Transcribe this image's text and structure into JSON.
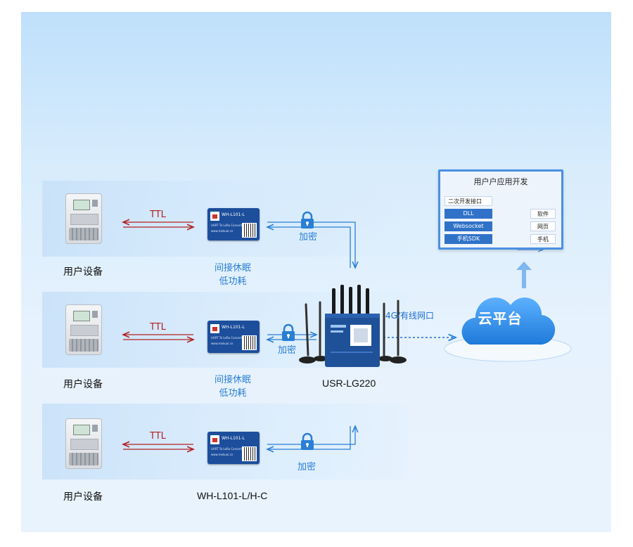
{
  "rows": [
    {
      "device_label": "用户设备",
      "ttl": "TTL",
      "encrypt": "加密",
      "lowpower_1": "间接休眠",
      "lowpower_2": "低功耗",
      "module_name": "WH-L101-L"
    },
    {
      "device_label": "用户设备",
      "ttl": "TTL",
      "encrypt": "加密",
      "lowpower_1": "间接休眠",
      "lowpower_2": "低功耗",
      "module_name": "WH-L101-L"
    },
    {
      "device_label": "用户设备",
      "ttl": "TTL",
      "encrypt": "加密",
      "module_label": "WH-L101-L/H-C",
      "module_name": "WH-L101-L"
    }
  ],
  "module_subtext": "UART To LoRa Converter",
  "module_url": "www.mokuai.cn",
  "gateway": {
    "label": "USR-LG220"
  },
  "network_label": "4G/有线网口",
  "cloud_label": "云平台",
  "app_box": {
    "title": "用户户应用开发",
    "rows": [
      {
        "left": "二次开发接口",
        "right": ""
      },
      {
        "left": "DLL",
        "right": "软件"
      },
      {
        "left": "Websocket",
        "right": "网页"
      },
      {
        "left": "手机SDK",
        "right": "手机"
      }
    ]
  },
  "colors": {
    "accent": "#2a7fd4",
    "ttl": "#b32222",
    "cloud": "#2a8be8"
  }
}
